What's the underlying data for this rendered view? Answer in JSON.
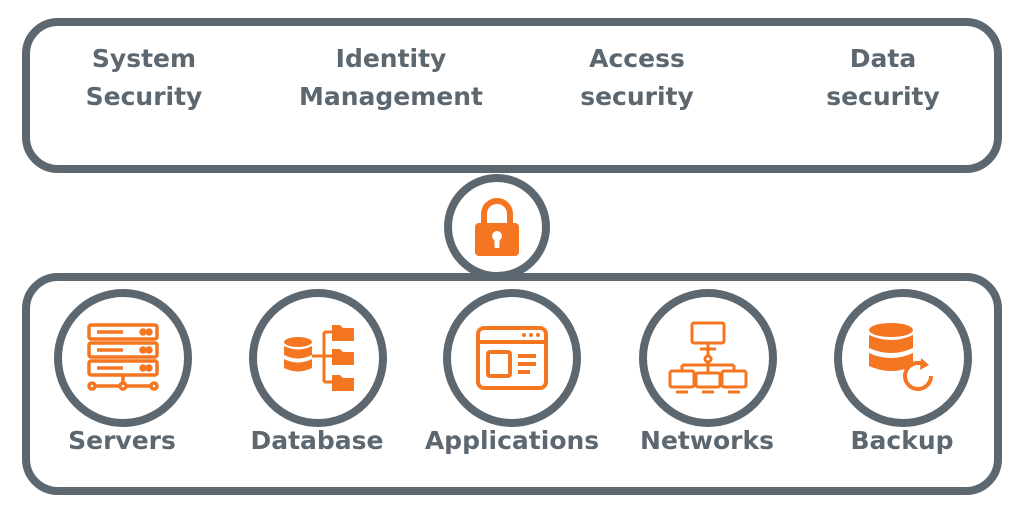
{
  "categories": [
    {
      "line1": "System",
      "line2": "Security"
    },
    {
      "line1": "Identity",
      "line2": "Management"
    },
    {
      "line1": "Access",
      "line2": "security"
    },
    {
      "line1": "Data",
      "line2": "security"
    }
  ],
  "center_icon": "lock-icon",
  "resources": [
    {
      "label": "Servers",
      "icon": "servers-icon"
    },
    {
      "label": "Database",
      "icon": "database-icon"
    },
    {
      "label": "Applications",
      "icon": "applications-icon"
    },
    {
      "label": "Networks",
      "icon": "networks-icon"
    },
    {
      "label": "Backup",
      "icon": "backup-icon"
    }
  ],
  "colors": {
    "outline": "#5d6770",
    "accent": "#f47621",
    "text": "#5d6770"
  }
}
